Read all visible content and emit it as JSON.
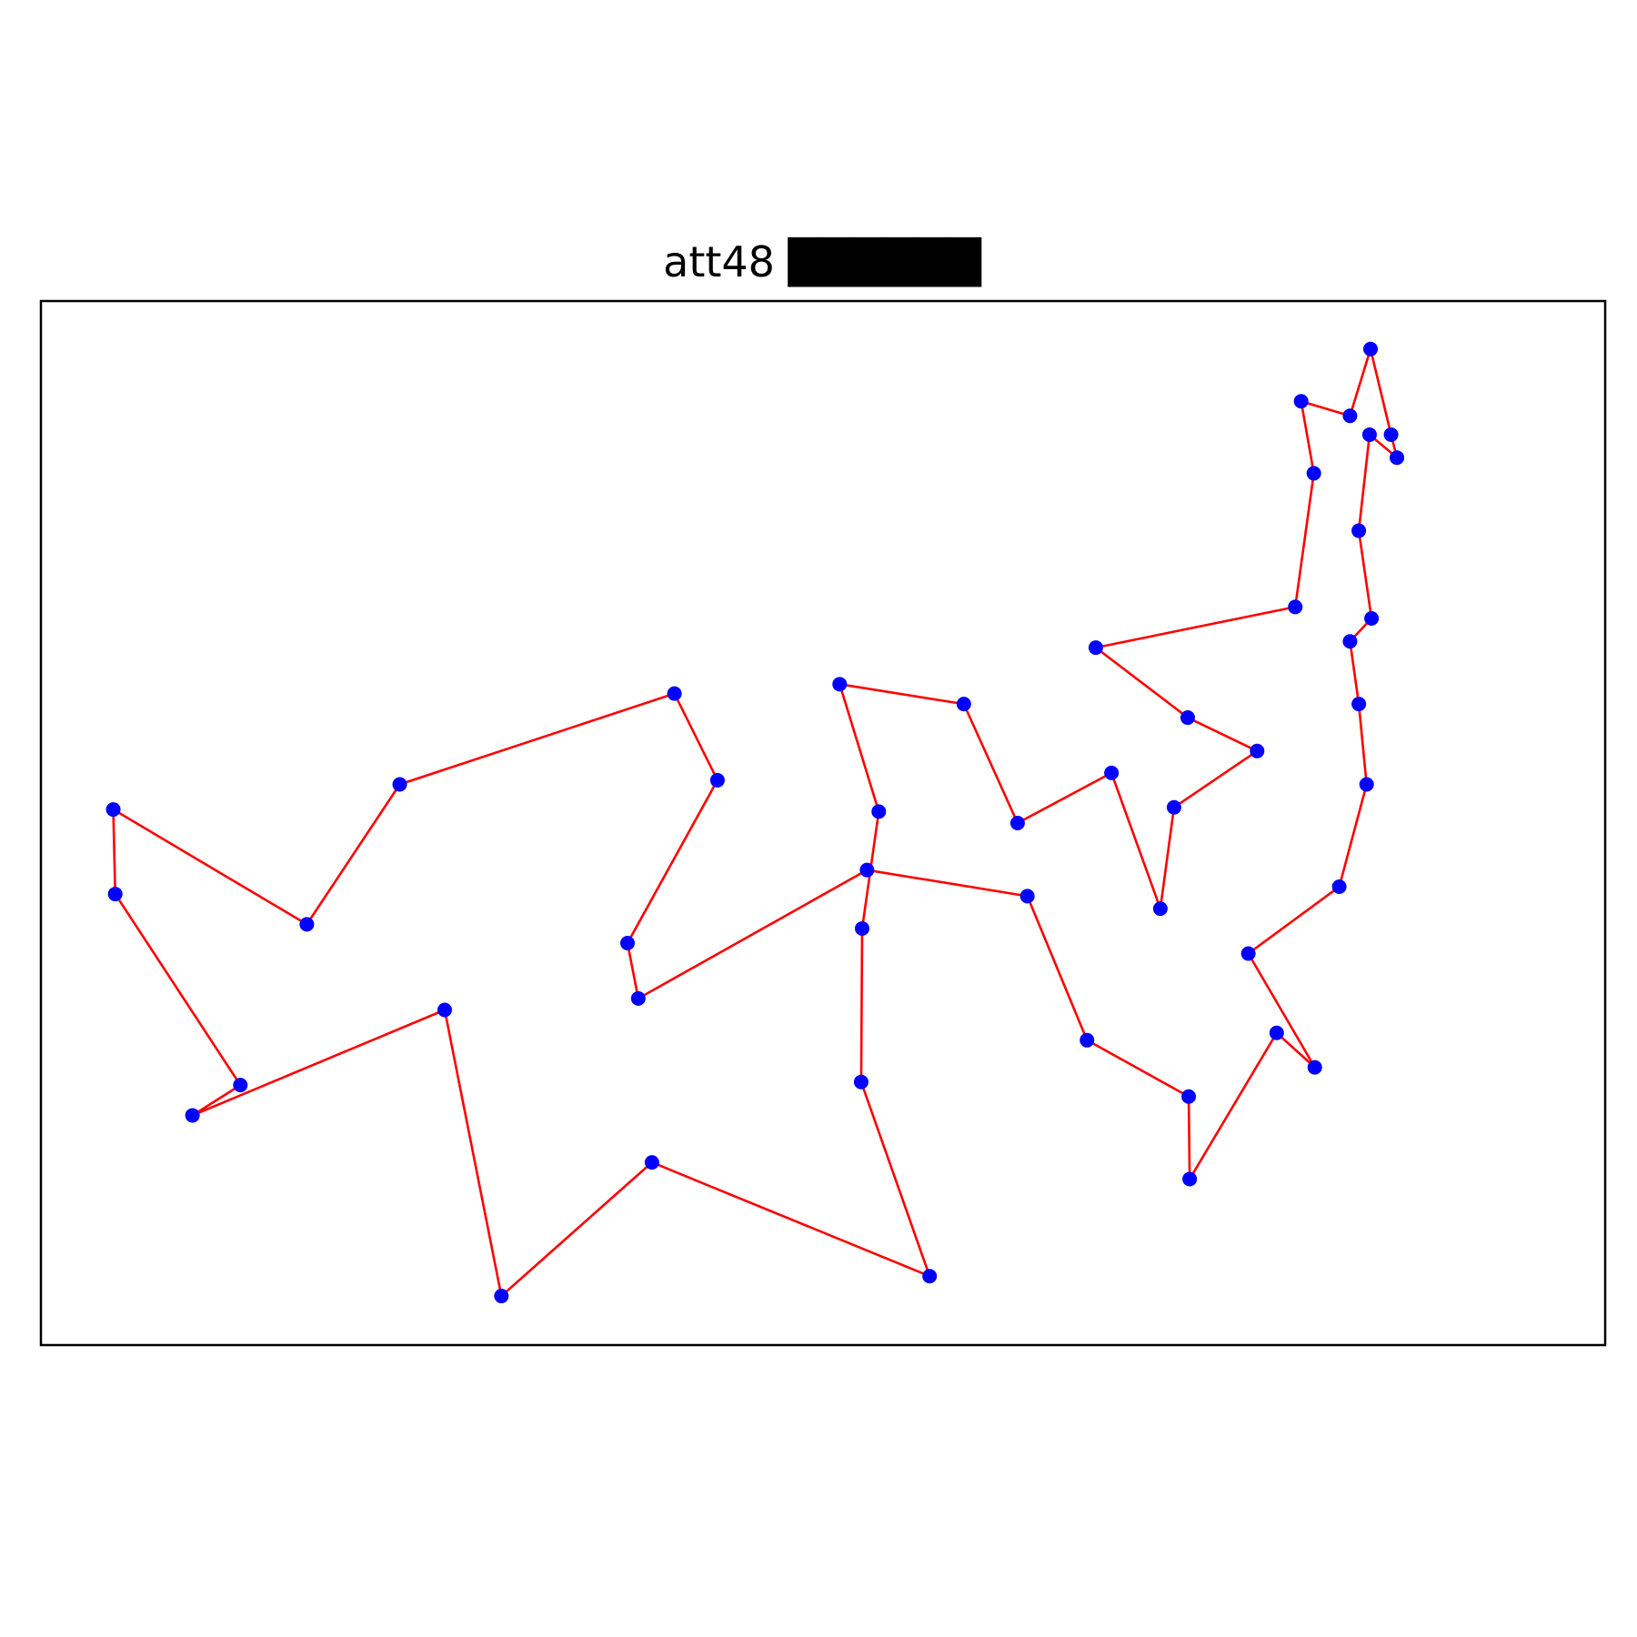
{
  "chart_data": {
    "type": "line",
    "title": "att48 ██████",
    "xlabel": "",
    "ylabel": "",
    "xlim": [
      0,
      1600
    ],
    "ylim": [
      1000,
      0
    ],
    "show_axes_ticks": false,
    "grid": false,
    "legend": "none",
    "series": [
      {
        "marker": "circle",
        "points": [
          [
            1360,
            46
          ],
          [
            1339,
            110
          ],
          [
            1289,
            96
          ],
          [
            1302,
            165
          ],
          [
            1283,
            293
          ],
          [
            1079,
            332
          ],
          [
            1173,
            399
          ],
          [
            1244,
            431
          ],
          [
            1159,
            485
          ],
          [
            1145,
            582
          ],
          [
            1095,
            452
          ],
          [
            999,
            500
          ],
          [
            944,
            386
          ],
          [
            817,
            367
          ],
          [
            857,
            489
          ],
          [
            840,
            601
          ],
          [
            839,
            748
          ],
          [
            909,
            934
          ],
          [
            625,
            825
          ],
          [
            471,
            953
          ],
          [
            413,
            679
          ],
          [
            155,
            780
          ],
          [
            204,
            751
          ],
          [
            76,
            568
          ],
          [
            74,
            487
          ],
          [
            272,
            597
          ],
          [
            367,
            463
          ],
          [
            648,
            376
          ],
          [
            692,
            459
          ],
          [
            600,
            615
          ],
          [
            611,
            668
          ],
          [
            845,
            545
          ],
          [
            1009,
            570
          ],
          [
            1070,
            708
          ],
          [
            1174,
            762
          ],
          [
            1175,
            841
          ],
          [
            1264,
            701
          ],
          [
            1303,
            734
          ],
          [
            1235,
            625
          ],
          [
            1328,
            561
          ],
          [
            1356,
            463
          ],
          [
            1348,
            386
          ],
          [
            1339,
            326
          ],
          [
            1361,
            304
          ],
          [
            1348,
            220
          ],
          [
            1359,
            128
          ],
          [
            1387,
            150
          ],
          [
            1381,
            128
          ],
          [
            1360,
            46
          ]
        ]
      }
    ],
    "colors": {
      "line": "#ff0000",
      "marker": "#0000ff",
      "frame": "#000000",
      "background": "#ffffff"
    }
  }
}
